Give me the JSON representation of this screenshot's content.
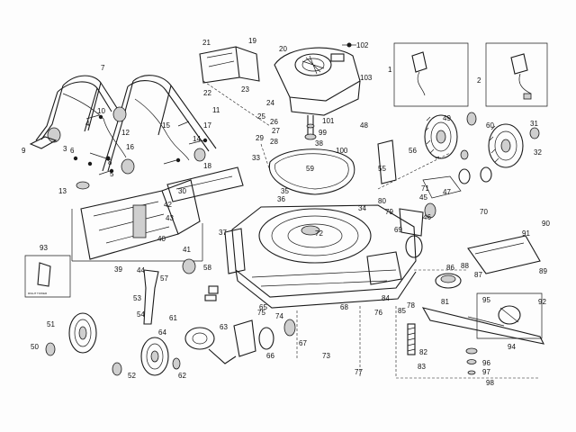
{
  "callouts": {
    "c1": "1",
    "c2": "2",
    "c3": "3",
    "c4": "4",
    "c5": "5",
    "c6": "6",
    "c7": "7",
    "c8": "8",
    "c9": "9",
    "c10": "10",
    "c11": "11",
    "c12": "12",
    "c13": "13",
    "c14": "14",
    "c15": "15",
    "c16": "16",
    "c17": "17",
    "c18": "18",
    "c19": "19",
    "c20": "20",
    "c21": "21",
    "c22": "22",
    "c23": "23",
    "c24": "24",
    "c25": "25",
    "c26": "26",
    "c27": "27",
    "c28": "28",
    "c29": "29",
    "c30": "30",
    "c31": "31",
    "c32": "32",
    "c33": "33",
    "c34": "34",
    "c35": "35",
    "c36": "36",
    "c37": "37",
    "c38": "38",
    "c39": "39",
    "c40": "40",
    "c41": "41",
    "c42": "42",
    "c43": "43",
    "c44": "44",
    "c45": "45",
    "c46": "46",
    "c47": "47",
    "c48": "48",
    "c49": "49",
    "c50": "50",
    "c51": "51",
    "c52": "52",
    "c53": "53",
    "c54": "54",
    "c55": "55",
    "c56": "56",
    "c57": "57",
    "c58": "58",
    "c59": "59",
    "c60": "60",
    "c61": "61",
    "c62": "62",
    "c63": "63",
    "c64": "64",
    "c65": "65",
    "c66": "66",
    "c67": "67",
    "c68": "68",
    "c69": "69",
    "c70": "70",
    "c71": "71",
    "c72": "72",
    "c73": "73",
    "c74": "74",
    "c75": "75",
    "c76": "76",
    "c77": "77",
    "c78": "78",
    "c79": "79",
    "c80": "80",
    "c81": "81",
    "c82": "82",
    "c83": "83",
    "c84": "84",
    "c85": "85",
    "c86": "86",
    "c87": "87",
    "c88": "88",
    "c89": "89",
    "c90": "90",
    "c91": "91",
    "c92": "92",
    "c93": "93",
    "c94": "94",
    "c95": "95",
    "c96": "96",
    "c97": "97",
    "c98": "98",
    "c99": "99",
    "c100": "100",
    "c101": "101",
    "c102": "102",
    "c103": "103"
  },
  "inset_note": "RIGHT TOWER",
  "colors": {
    "ink": "#1a1a1a",
    "paper": "#fdfdfd"
  }
}
